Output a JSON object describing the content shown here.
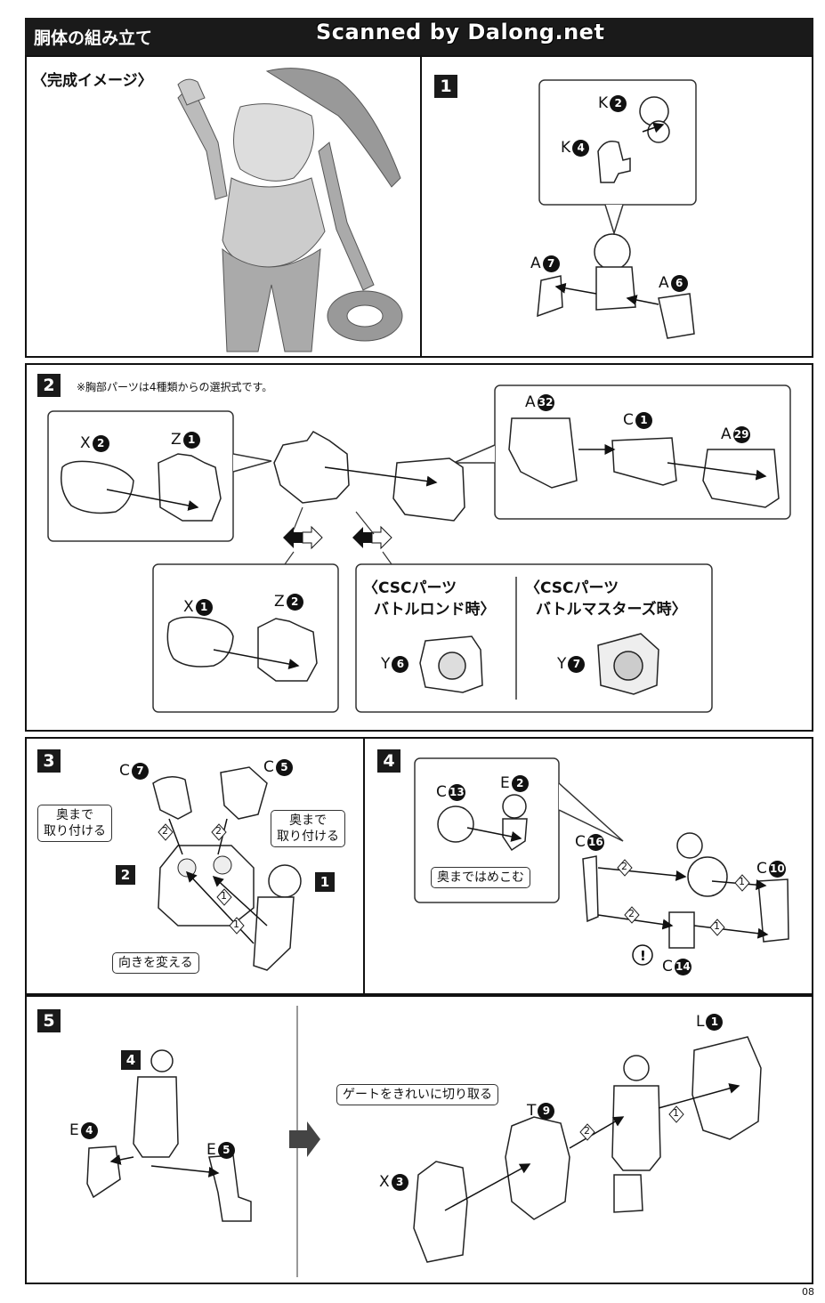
{
  "header": {
    "title": "胴体の組み立て",
    "watermark": "Scanned by Dalong.net"
  },
  "image_section": {
    "label": "〈完成イメージ〉"
  },
  "step1": {
    "number": "1",
    "parts": {
      "k2": "K",
      "k2n": "2",
      "k4": "K",
      "k4n": "4",
      "a7": "A",
      "a7n": "7",
      "a6": "A",
      "a6n": "6"
    }
  },
  "step2": {
    "number": "2",
    "note": "※胸部パーツは4種類からの選択式です。",
    "parts": {
      "x2": "X",
      "x2n": "2",
      "z1": "Z",
      "z1n": "1",
      "a32": "A",
      "a32n": "32",
      "c1": "C",
      "c1n": "1",
      "a29": "A",
      "a29n": "29",
      "x1": "X",
      "x1n": "1",
      "z2": "Z",
      "z2n": "2",
      "y6": "Y",
      "y6n": "6",
      "y7": "Y",
      "y7n": "7"
    },
    "csc_rondo_line1": "〈CSCパーツ",
    "csc_rondo_line2": "バトルロンド時〉",
    "csc_masters_line1": "〈CSCパーツ",
    "csc_masters_line2": "バトルマスターズ時〉"
  },
  "step3": {
    "number": "3",
    "parts": {
      "c7": "C",
      "c7n": "7",
      "c5": "C",
      "c5n": "5"
    },
    "callout_left_1": "奥まで",
    "callout_left_2": "取り付ける",
    "callout_right_1": "奥まで",
    "callout_right_2": "取り付ける",
    "ref2": "2",
    "ref1": "1",
    "callout_bottom": "向きを変える",
    "hex2": "2",
    "hex1": "1"
  },
  "step4": {
    "number": "4",
    "parts": {
      "c13": "C",
      "c13n": "13",
      "e2": "E",
      "e2n": "2",
      "c16": "C",
      "c16n": "16",
      "c10": "C",
      "c10n": "10",
      "c14": "C",
      "c14n": "14"
    },
    "callout": "奥まではめこむ",
    "hex2": "2",
    "hex1": "1"
  },
  "step5": {
    "number": "5",
    "ref4": "4",
    "parts": {
      "e4": "E",
      "e4n": "4",
      "e5": "E",
      "e5n": "5",
      "l1": "L",
      "l1n": "1",
      "t9": "T",
      "t9n": "9",
      "x3": "X",
      "x3n": "3"
    },
    "callout": "ゲートをきれいに切り取る",
    "hex2": "2",
    "hex1": "1"
  },
  "page_number": "08"
}
